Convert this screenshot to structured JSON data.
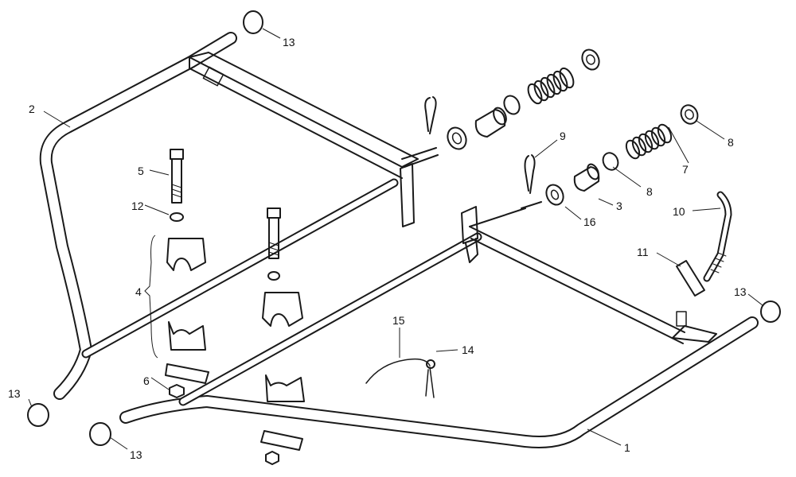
{
  "callouts": {
    "c1": "1",
    "c2": "2",
    "c3": "3",
    "c4": "4",
    "c5": "5",
    "c6": "6",
    "c7": "7",
    "c8a": "8",
    "c8b": "8",
    "c9": "9",
    "c10": "10",
    "c11": "11",
    "c12": "12",
    "c13a": "13",
    "c13b": "13",
    "c13c": "13",
    "c13d": "13",
    "c14": "14",
    "c15": "15",
    "c16": "16"
  }
}
